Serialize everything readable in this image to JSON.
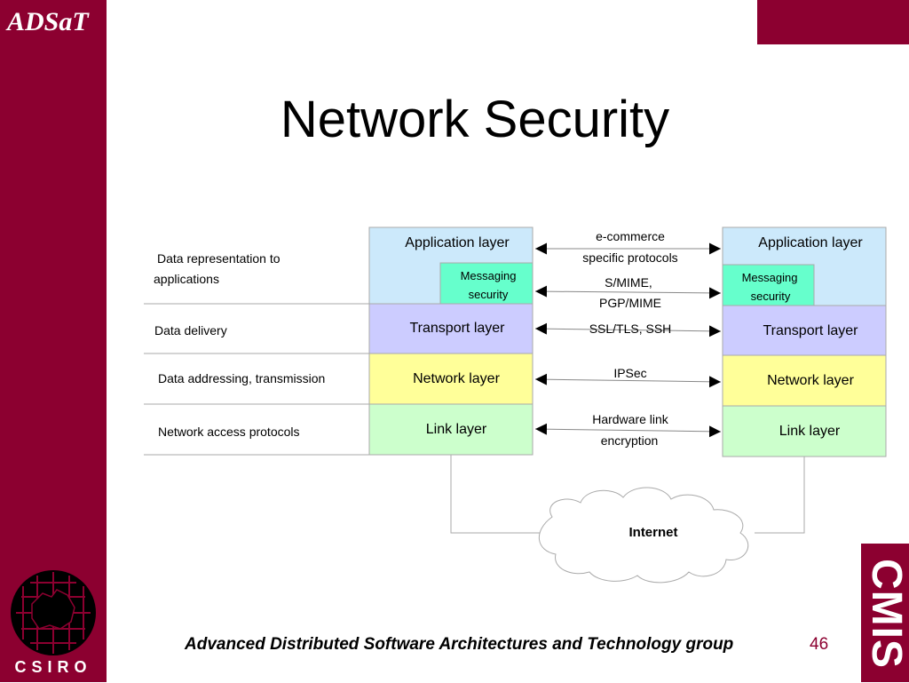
{
  "header": {
    "brand": "ADSaT",
    "title": "Network Security"
  },
  "footer": {
    "text": "Advanced Distributed Software Architectures and Technology group",
    "page_number": "46"
  },
  "logos": {
    "csiro": "CSIRO",
    "cmis": "CMIS"
  },
  "diagram": {
    "row_descriptions": [
      [
        "Data representation to",
        "applications"
      ],
      [
        "Data delivery"
      ],
      [
        "Data addressing, transmission"
      ],
      [
        "Network access protocols"
      ]
    ],
    "left_stack": {
      "application": "Application layer",
      "messaging": [
        "Messaging",
        "security"
      ],
      "transport": "Transport layer",
      "network": "Network layer",
      "link": "Link layer"
    },
    "right_stack": {
      "application": "Application layer",
      "messaging": [
        "Messaging",
        "security"
      ],
      "transport": "Transport layer",
      "network": "Network layer",
      "link": "Link layer"
    },
    "protocols": {
      "ecommerce": [
        "e-commerce",
        "specific protocols"
      ],
      "smime": [
        "S/MIME,",
        "PGP/MIME"
      ],
      "ssl": "SSL/TLS, SSH",
      "ipsec": "IPSec",
      "hardware": [
        "Hardware link",
        "encryption"
      ]
    },
    "cloud": "Internet"
  },
  "colors": {
    "brand": "#8c0030",
    "application": "#cce9fb",
    "messaging": "#66ffcc",
    "transport": "#ccccff",
    "network": "#ffff99",
    "link": "#ccffcc"
  }
}
